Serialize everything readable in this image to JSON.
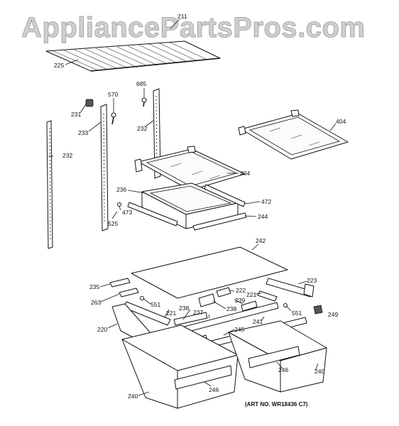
{
  "watermark": "AppliancePartsPros.com",
  "art_number": "(ART NO. WR18436 C7)",
  "callouts": {
    "c211": "211",
    "c225": "225",
    "c570": "570",
    "c685": "685",
    "c231": "231",
    "c233": "233",
    "c232a": "232",
    "c232b": "232",
    "c404a": "404",
    "c404b": "404",
    "c236": "236",
    "c472": "472",
    "c473": "473",
    "c525": "525",
    "c244": "244",
    "c242": "242",
    "c235": "235",
    "c223": "223",
    "c263": "263",
    "c222": "222",
    "c221a": "221",
    "c221b": "221",
    "c551a": "551",
    "c551b": "551",
    "c238a": "238",
    "c237": "237",
    "c239": "239",
    "c238b": "238",
    "c249": "249",
    "c241": "241",
    "c220": "220",
    "c245": "245",
    "c246a": "246",
    "c246b": "246",
    "c240a": "240",
    "c240b": "240"
  }
}
